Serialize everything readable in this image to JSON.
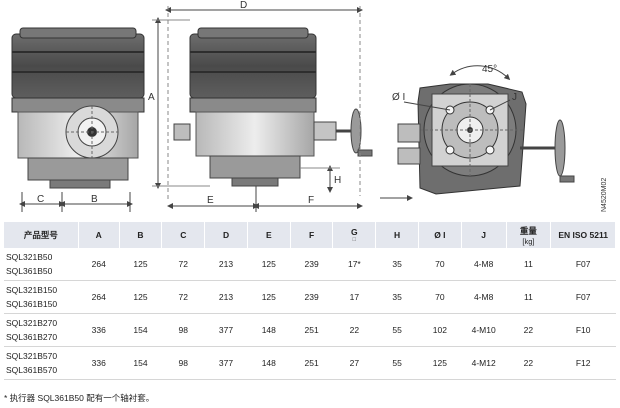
{
  "drawing": {
    "labels": {
      "A": "A",
      "B": "B",
      "C": "C",
      "D": "D",
      "E": "E",
      "F": "F",
      "H": "H",
      "I": "Ø I",
      "J": "J",
      "angle": "45°",
      "code": "N4520M02"
    }
  },
  "table": {
    "headers": [
      {
        "label": "产品型号"
      },
      {
        "label": "A"
      },
      {
        "label": "B"
      },
      {
        "label": "C"
      },
      {
        "label": "D"
      },
      {
        "label": "E"
      },
      {
        "label": "F"
      },
      {
        "label": "G",
        "sub": "□"
      },
      {
        "label": "H"
      },
      {
        "label": "Ø I"
      },
      {
        "label": "J"
      },
      {
        "label": "重量",
        "unit": "[kg]"
      },
      {
        "label": "EN ISO 5211"
      }
    ],
    "rows": [
      {
        "models": [
          "SQL321B50",
          "SQL361B50"
        ],
        "values": [
          "264",
          "125",
          "72",
          "213",
          "125",
          "239",
          "17*",
          "35",
          "70",
          "4-M8",
          "11",
          "F07"
        ]
      },
      {
        "models": [
          "SQL321B150",
          "SQL361B150"
        ],
        "values": [
          "264",
          "125",
          "72",
          "213",
          "125",
          "239",
          "17",
          "35",
          "70",
          "4-M8",
          "11",
          "F07"
        ]
      },
      {
        "models": [
          "SQL321B270",
          "SQL361B270"
        ],
        "values": [
          "336",
          "154",
          "98",
          "377",
          "148",
          "251",
          "22",
          "55",
          "102",
          "4-M10",
          "22",
          "F10"
        ]
      },
      {
        "models": [
          "SQL321B570",
          "SQL361B570"
        ],
        "values": [
          "336",
          "154",
          "98",
          "377",
          "148",
          "251",
          "27",
          "55",
          "125",
          "4-M12",
          "22",
          "F12"
        ]
      }
    ]
  },
  "footnote": "* 执行器 SQL361B50 配有一个轴衬套。"
}
